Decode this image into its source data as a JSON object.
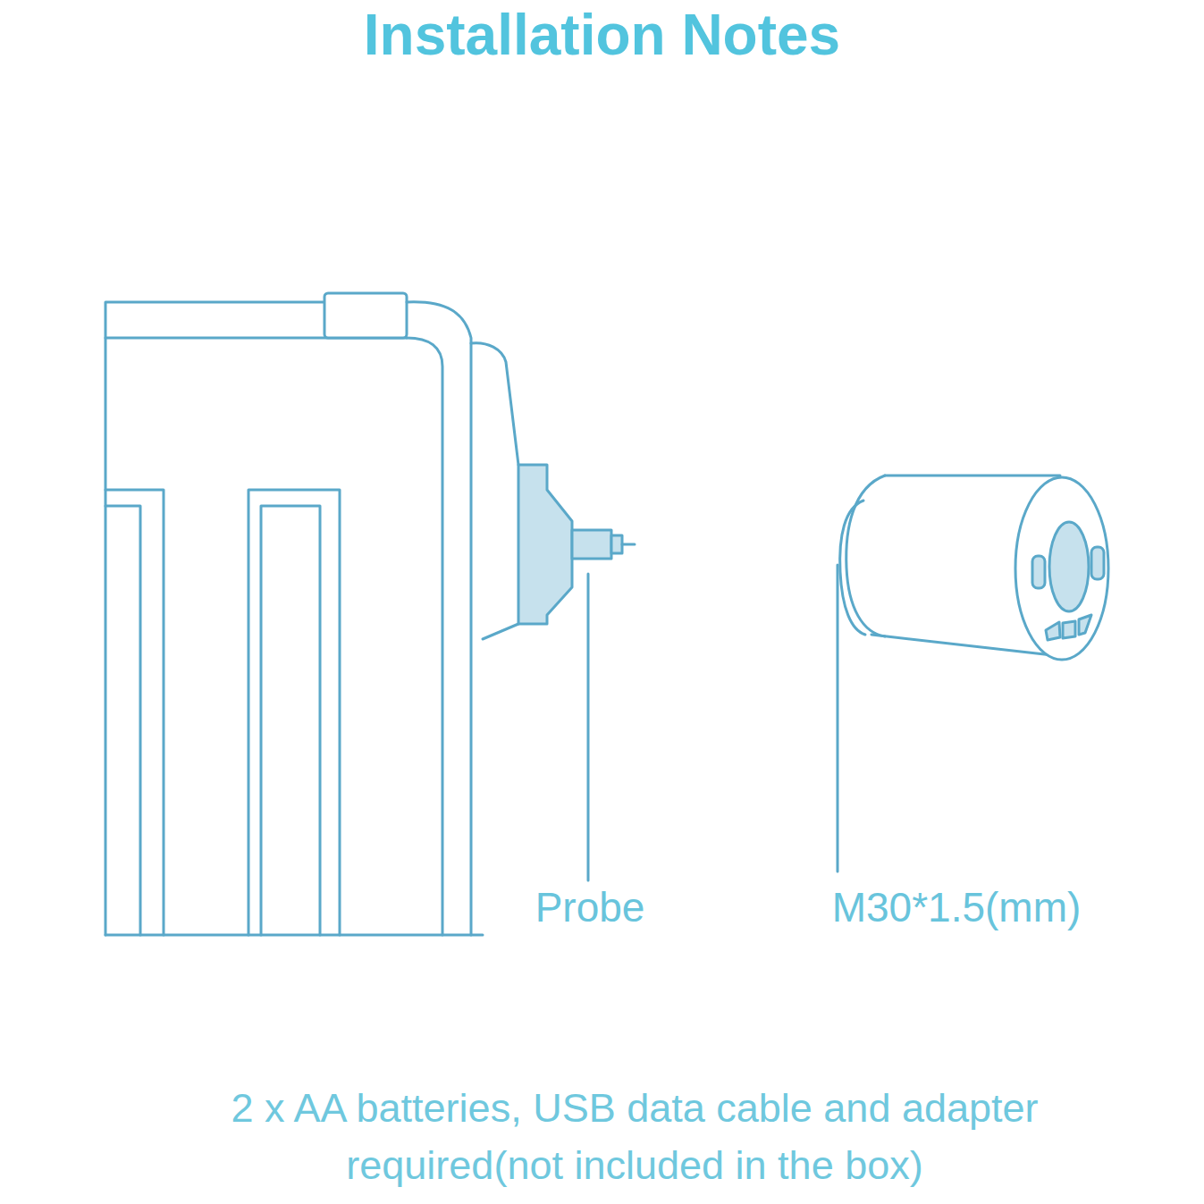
{
  "diagram": {
    "title": "Installation Notes",
    "labels": [
      "Probe",
      "M30*1.5(mm)"
    ],
    "caption": "2 x AA batteries, USB data cable and adapter required(not included in the box)"
  }
}
